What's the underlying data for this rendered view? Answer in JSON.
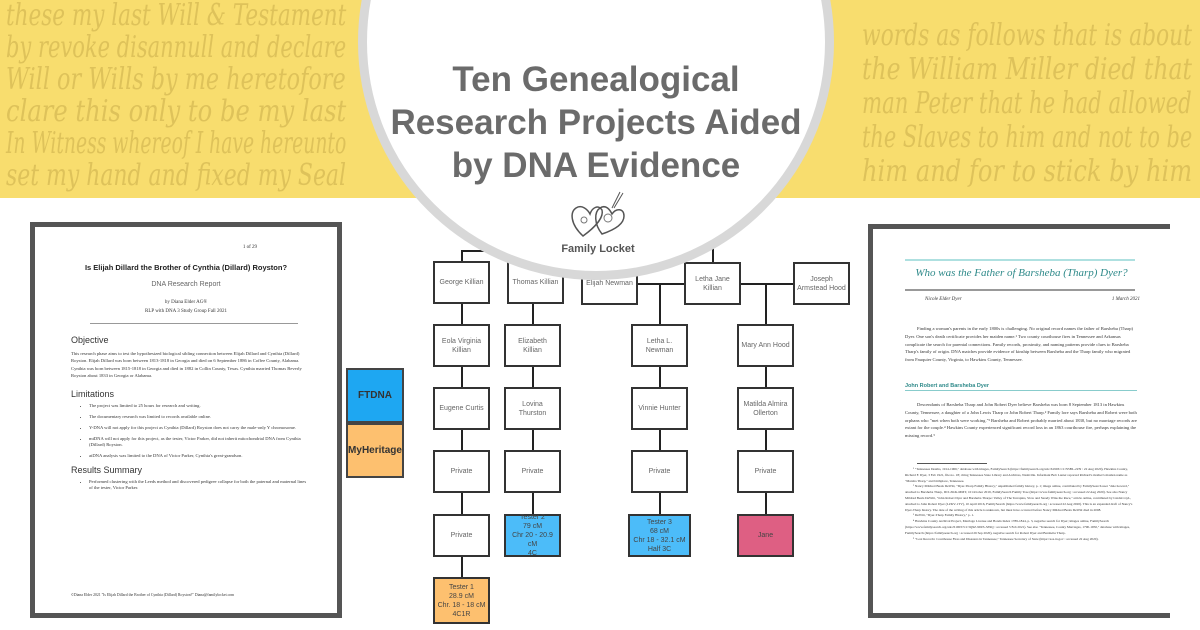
{
  "background_handwriting": [
    "these my last Will & Testament",
    "by revoke disannull and declare",
    "Will or Wills by me heretofore",
    "clare this only to be my last",
    "In Witness whereof I have hereunto",
    "set my hand and fixed my Seal"
  ],
  "background_handwriting_right": [
    "words as follows that is about",
    "the William Miller died that",
    "man Peter that he had allowed",
    "the Slaves to him and not to be",
    "him and for to stick by him"
  ],
  "title": "Ten Genealogical Research Projects Aided by DNA Evidence",
  "logo": {
    "text": "Family Locket"
  },
  "colors": {
    "band": "#f8dd6e",
    "ftdna": "#1ea7f2",
    "myheritage": "#fdc06f",
    "tester": "#4cbcf9",
    "jane": "#de5f83",
    "teal": "#2f8a8a"
  },
  "left_doc": {
    "page": "1 of 29",
    "title": "Is Elijah Dillard the Brother of Cynthia (Dillard) Royston?",
    "subtitle": "DNA Research Report",
    "author": "by Diana Elder AG®",
    "group": "RLP with DNA 3 Study Group Fall 2021",
    "objective_heading": "Objective",
    "objective": "This research phase aims to test the hypothesized biological sibling connection between Elijah Dillard and Cynthia (Dillard) Royston. Elijah Dillard was born between 1813-1818 in Georgia and died on 6 September 1886 in Coffee County, Alabama. Cynthia was born between 1815-1818 in Georgia and died in 1882 in Collin County, Texas. Cynthia married Thomas Beverly Royston about 1833 in Georgia or Alabama.",
    "limitations_heading": "Limitations",
    "limitations": [
      "The project was limited to 25 hours for research and writing.",
      "The documentary research was limited to records available online.",
      "Y-DNA will not apply for this project as Cynthia (Dillard) Royston does not carry the male-only Y chromosome.",
      "mtDNA will not apply for this project, as the tester, Victor Parker, did not inherit mitochondrial DNA from Cynthia (Dillard) Royston.",
      "atDNA analysis was limited to the DNA of Victor Parker, Cynthia's great-grandson."
    ],
    "results_heading": "Results Summary",
    "results": [
      "Performed clustering with the Leeds method and discovered pedigree collapse for both the paternal and maternal lines of the tester, Victor Parker."
    ],
    "footer": "©Diana Elder 2021   \"Is Elijah Dillard the Brother of Cynthia (Dillard) Royston?\"    Diana@familylocket.com"
  },
  "legend": [
    {
      "label": "FTDNA"
    },
    {
      "label": "MyHeritage"
    }
  ],
  "tree": {
    "nodes": [
      "George Killian",
      "Thomas Killian",
      "Elijah Newman",
      "Letha Jane\nKillian",
      "Joseph\nArmstead Hood",
      "Eola Virginia\nKillian",
      "Elizabeth Killian",
      "Letha L.\nNewman",
      "Mary Ann Hood",
      "Eugene Curtis",
      "Lovina Thurston",
      "Vinnie Hunter",
      "Matilda Almira\nOllerton",
      "Private",
      "Private",
      "Private",
      "Private",
      "Private",
      "Tester 2\n79 cM\nChr 20 - 20.9 cM\n4C",
      "Tester 3\n68 cM\nChr 18 - 32.1 cM\nHalf 3C",
      "Jane",
      "Tester 1\n28.9 cM\nChr. 18 - 18 cM\n4C1R"
    ]
  },
  "right_doc": {
    "title": "Who was the Father of Barsheba (Tharp) Dyer?",
    "author": "Nicole Elder Dyer",
    "date": "1 March 2021",
    "intro": "Finding a woman's parents in the early 1800s is challenging. No original record names the father of Barsheba (Tharp) Dyer. One son's death certificate provides her maiden name.¹ Two county courthouse fires in Tennessee and Arkansas complicate the search for parental connections. Family records, proximity, and naming patterns provide clues to Barsheba Tharp's family of origin. DNA matches provide evidence of kinship between Barsheba and the Tharp family who migrated from Fauquier County, Virginia, to Hawkins County, Tennessee.",
    "section": "John Robert and Barsheba Dyer",
    "section_text": "Descendants of Barsheba Tharp and John Robert Dyer believe Barsheba was born 8 September 1813 in Hawkins County, Tennessee, a daughter of a John Lewis Tharp or John Robert Tharp.² Family lore says Barsheba and Robert were both orphans who \"met when both were working.\"³ Barsheba and Robert probably married about 1830, but no marriage records are extant for the couple.⁴ Hawkins County experienced significant record loss in an 1863 courthouse fire, perhaps explaining the missing record.⁵",
    "footnotes": [
      "¹ \"Tennessee Deaths, 1914-1966,\" database with images, FamilySearch (https://familysearch.org/ark:/61903/1:1:N5BL-2ZN : 22 Aug 2020), Hawkins County, Richard F. Dyer, 3 Feb 1921, file no. 18; citing Tennessee State Library and Archives, Nashville. Informant Bob Lanter reported Richard's mother's maiden name as \"Marsha Tharp,\" and birthplace, Tennessee.",
      "² Nancy Mildred Beals DeWitt, \"Dyer-Tharp Family History,\" unpublished family history, p. 1; image online, contributed by FamilySearch user \"dale howard,\" attached to Barsheba Tharp, ID LZKK-MMT, 10 October 2019, FamilySearch Family Tree (https://www.familysearch.org : accessed 22 Aug 2020). See also Nancy Mildred Beals DeWitt, \"John Robert Dyer and Barsheba Tharpe: Valley of The Terrapins, Slow and Steady Wins the Race,\" article online, contributed by LindaCroyL, attached to John Robert Dyer (LZKV-1TV), 10 April 2016, FamilySearch (https://www.familysearch.org : accessed 22 Aug 2020). This is an expanded draft of Nancy's Dyer-Tharp history. The date of the writing of this article is unknown, but must have occurred before Nancy Mildred Beals DeWitt died in 2008.",
      "³ DeWitt, \"Dyer-Tharp Family History,\" p. 1.",
      "⁴ Hawkins County Archival Project, Marriage License and Bonds Index 1789-1844, p. 3, negative search for Dyer; images online, FamilySearch (https://www.familysearch.org/ark:/61903/3:1:3Q9Z-99ZS-3Z9Q : accessed 5 Feb 2021). See also \"Tennessee, County Marriages, 1790-1950,\" database with images, FamilySearch (https://familysearch.org : accessed 26 Sep 2020), negative search for Robert Dyer and Barsheba Tharp.",
      "⁵ \"Lost Records: Courthouse Fires and Disasters in Tennessee,\" Tennessee Secretary of State (https://sos.tn.gov : accessed 22 Aug 2020)."
    ]
  }
}
